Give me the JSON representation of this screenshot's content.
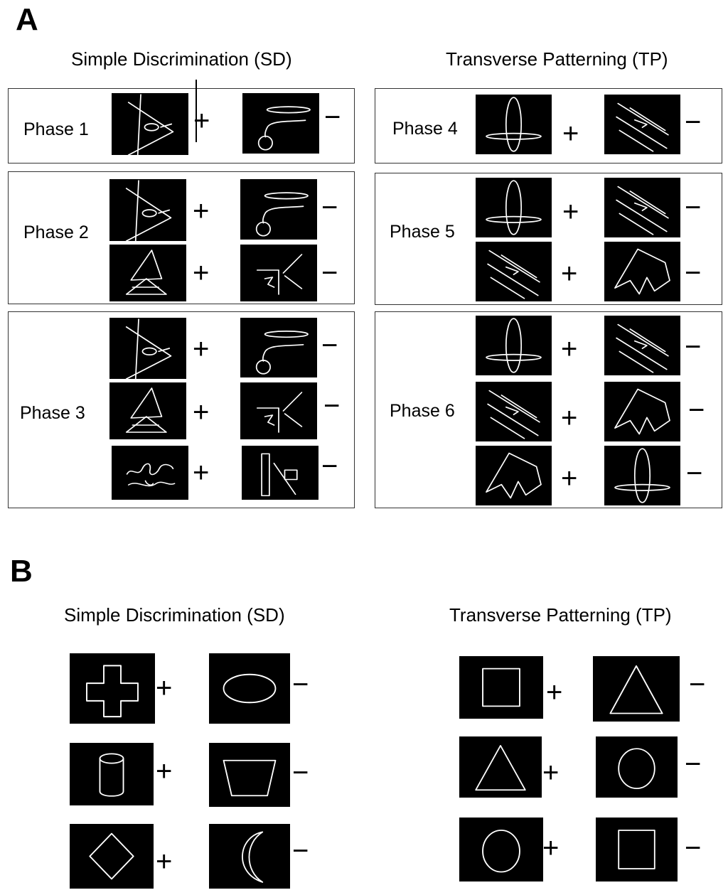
{
  "panelA": {
    "letter": "A",
    "sd_title": "Simple Discrimination (SD)",
    "tp_title": "Transverse Patterning (TP)",
    "phases": [
      {
        "label": "Phase 1"
      },
      {
        "label": "Phase 2"
      },
      {
        "label": "Phase 3"
      },
      {
        "label": "Phase 4"
      },
      {
        "label": "Phase 5"
      },
      {
        "label": "Phase 6"
      }
    ]
  },
  "panelB": {
    "letter": "B",
    "sd_title": "Simple Discrimination (SD)",
    "tp_title": "Transverse Patterning (TP)"
  },
  "signs": {
    "plus": "+",
    "minus": "−"
  },
  "stimuli": {
    "A": "triangle-ellipse-stimulus",
    "B": "loop-stimulus",
    "C": "stacked-triangles-stimulus",
    "D": "angle-lines-stimulus",
    "E": "squiggle-stimulus",
    "F": "bar-flag-stimulus",
    "P": "crossed-ellipse-stimulus",
    "Q": "diagonal-lines-stimulus",
    "R": "polygon-stimulus",
    "cross": "cross-stimulus",
    "ellipse": "ellipse-stimulus",
    "cylinder": "cylinder-stimulus",
    "trapezoid": "trapezoid-stimulus",
    "diamond": "diamond-stimulus",
    "crescent": "crescent-stimulus",
    "square": "square-stimulus",
    "triangle": "triangle-stimulus",
    "circle": "circle-stimulus"
  }
}
